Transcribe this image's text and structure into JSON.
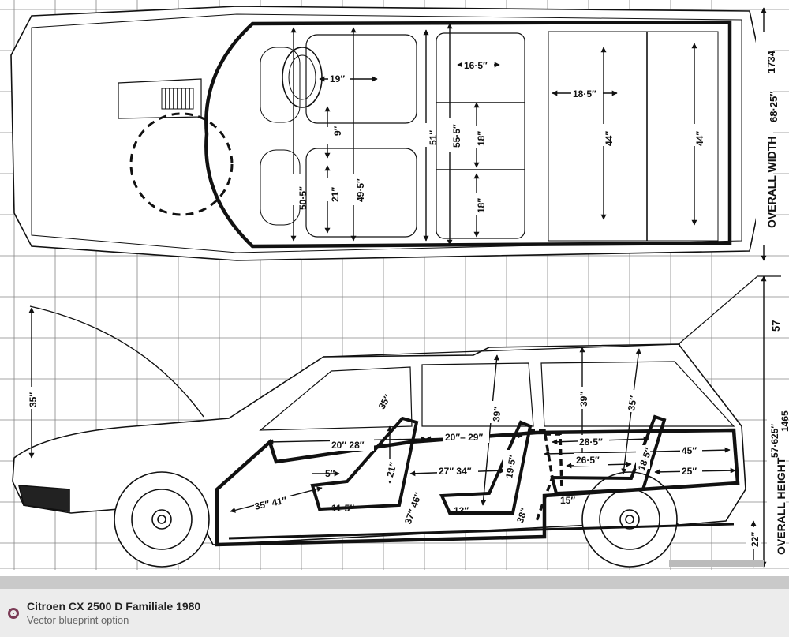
{
  "caption": {
    "title": "Citroen CX 2500 D Familiale 1980",
    "subtitle": "Vector blueprint option",
    "icon": "option-circle-icon"
  },
  "plan_view": {
    "dimensions": {
      "d19": "19″",
      "d9": "9″",
      "d50_5": "50·5″",
      "d21": "21″",
      "d49_5": "49·5″",
      "d51": "51″",
      "d55_5": "55·5″",
      "d16_5": "16·5″",
      "d18a": "18″",
      "d18b": "18″",
      "d18_5": "18·5″",
      "d44a": "44″",
      "d44b": "44″"
    },
    "overall_width_label": "OVERALL WIDTH",
    "overall_width_in": "68·25″",
    "overall_width_mm": "1734"
  },
  "side_view": {
    "dimensions": {
      "d35_hood": "35″",
      "d35_front": "35″",
      "d20_28": "20″ 28″",
      "d21": "21″",
      "d5": "5″",
      "d35_41": "35″ 41″",
      "d11_5": "11·5″",
      "d37_46": "37″ 46″",
      "d20_29": "20″– 29″",
      "d27_34": "27″ 34″",
      "d13": "13″",
      "d39a": "39″",
      "d19_5": "19·5″",
      "d38": "38″",
      "d39b": "39″",
      "d35_rear": "35″",
      "d28_5": "28·5″",
      "d26_5": "26·5″",
      "d18_5": "18·5″",
      "d15": "15″",
      "d45": "45″",
      "d25": "25″",
      "d57": "57",
      "d22": "22″"
    },
    "overall_height_label": "OVERALL HEIGHT",
    "overall_height_in": "57·625″",
    "overall_height_mm": "1465"
  }
}
